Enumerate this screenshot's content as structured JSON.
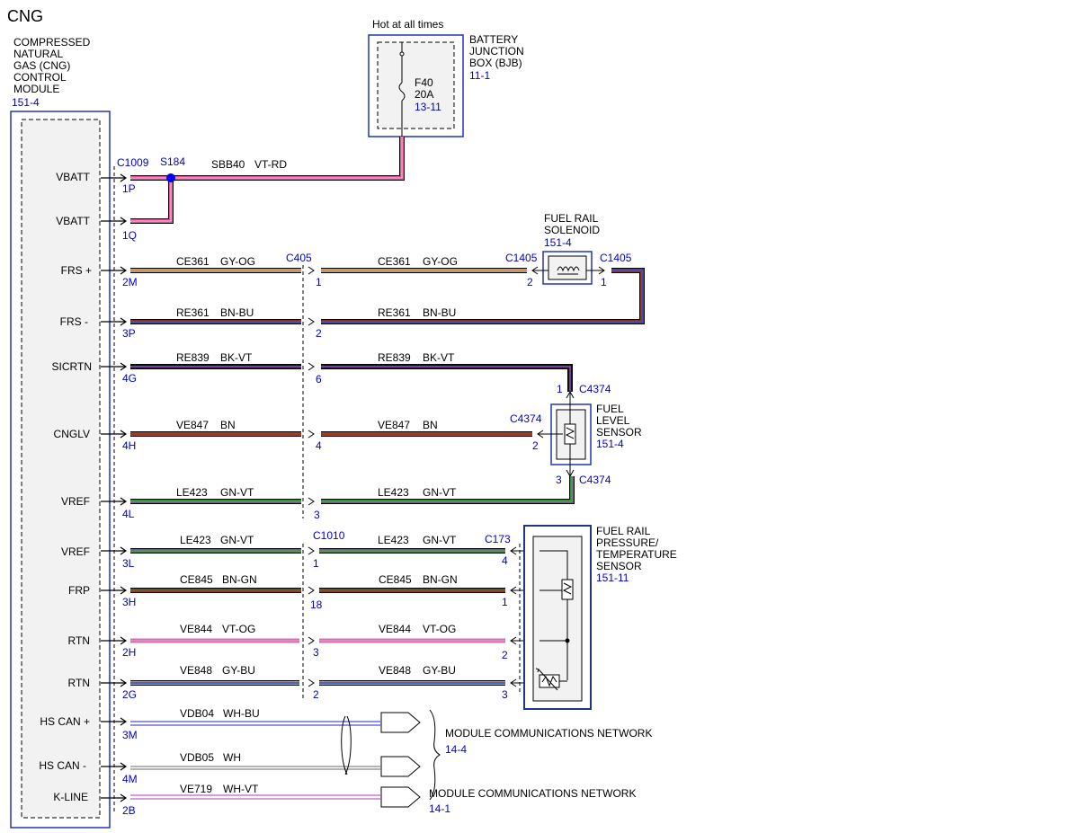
{
  "title": "CNG",
  "colors": {
    "ref": "#0000cc",
    "line": "#000000",
    "pink": "#e0509a"
  },
  "module": {
    "lines": [
      "COMPRESSED",
      "NATURAL",
      "GAS (CNG)",
      "CONTROL",
      "MODULE"
    ],
    "ref": "151-4"
  },
  "bjb": {
    "hot": "Hot at all times",
    "lines": [
      "BATTERY",
      "JUNCTION",
      "BOX (BJB)"
    ],
    "ref": "11-1",
    "fuse": "F40",
    "amps": "20A",
    "fuse_ref": "13-11"
  },
  "splice": "S184",
  "c1009": "C1009",
  "c405": "C405",
  "c1010": "C1010",
  "c173": "C173",
  "c1405": "C1405",
  "c4374": "C4374",
  "vbatt_wire": {
    "circuit": "SBB40",
    "color": "VT-RD"
  },
  "pins": [
    {
      "label": "VBATT",
      "pin": "1P"
    },
    {
      "label": "VBATT",
      "pin": "1Q"
    },
    {
      "label": "FRS +",
      "pin": "2M"
    },
    {
      "label": "FRS -",
      "pin": "3P"
    },
    {
      "label": "SICRTN",
      "pin": "4G"
    },
    {
      "label": "CNGLV",
      "pin": "4H"
    },
    {
      "label": "VREF",
      "pin": "4L"
    },
    {
      "label": "VREF",
      "pin": "3L"
    },
    {
      "label": "FRP",
      "pin": "3H"
    },
    {
      "label": "RTN",
      "pin": "2H"
    },
    {
      "label": "RTN",
      "pin": "2G"
    },
    {
      "label": "HS CAN +",
      "pin": "3M"
    },
    {
      "label": "HS CAN -",
      "pin": "4M"
    },
    {
      "label": "K-LINE",
      "pin": "2B"
    }
  ],
  "wires": [
    {
      "circuit": "CE361",
      "color": "GY-OG",
      "mid_pin": "1",
      "end_pin": "2"
    },
    {
      "circuit": "RE361",
      "color": "BN-BU",
      "mid_pin": "2"
    },
    {
      "circuit": "RE839",
      "color": "BK-VT",
      "mid_pin": "6",
      "end_pin": "1"
    },
    {
      "circuit": "VE847",
      "color": "BN",
      "mid_pin": "4",
      "end_pin": "2"
    },
    {
      "circuit": "LE423",
      "color": "GN-VT",
      "mid_pin": "3",
      "end_pin": "3"
    },
    {
      "circuit": "LE423",
      "color": "GN-VT",
      "mid_pin": "1",
      "end_pin": "4"
    },
    {
      "circuit": "CE845",
      "color": "BN-GN",
      "mid_pin": "18",
      "end_pin": "1"
    },
    {
      "circuit": "VE844",
      "color": "VT-OG",
      "mid_pin": "3",
      "end_pin": "2"
    },
    {
      "circuit": "VE848",
      "color": "GY-BU",
      "mid_pin": "2",
      "end_pin": "3"
    }
  ],
  "frs_out_pin": "1",
  "can_wires": [
    {
      "circuit": "VDB04",
      "color": "WH-BU"
    },
    {
      "circuit": "VDB05",
      "color": "WH"
    },
    {
      "circuit": "VE719",
      "color": "WH-VT"
    }
  ],
  "mcn": [
    {
      "label": "MODULE COMMUNICATIONS NETWORK",
      "ref": "14-4"
    },
    {
      "label": "MODULE COMMUNICATIONS NETWORK",
      "ref": "14-1"
    }
  ],
  "solenoid": {
    "lines": [
      "FUEL RAIL",
      "SOLENOID"
    ],
    "ref": "151-4"
  },
  "level_sensor": {
    "lines": [
      "FUEL",
      "LEVEL",
      "SENSOR"
    ],
    "ref": "151-4"
  },
  "pt_sensor": {
    "lines": [
      "FUEL RAIL",
      "PRESSURE/",
      "TEMPERATURE",
      "SENSOR"
    ],
    "ref": "151-11"
  }
}
